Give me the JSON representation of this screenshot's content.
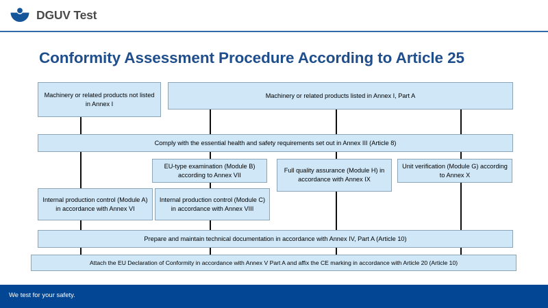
{
  "header": {
    "logo_icon": "dguv-bowl-logo-icon",
    "brand": "DGUV Test",
    "brand_color": "#4a4a4a",
    "rule_color": "#2d6ca8"
  },
  "title": {
    "text": "Conformity Assessment Procedure According to Article 25",
    "color": "#1f4e8c"
  },
  "theme": {
    "box_fill": "#cfe7f7",
    "box_border": "#8aa4b8",
    "connector": "#0d0d0d",
    "footer_bg": "#034694",
    "footer_text_color": "#ffffff"
  },
  "chart_data": {
    "type": "diagram",
    "title": "Conformity Assessment Procedure According to Article 25",
    "nodes": [
      {
        "id": "not-listed-annex-i",
        "label": "Machinery or related products not listed in Annex I",
        "row": 1,
        "column": "left"
      },
      {
        "id": "listed-annex-i-part-a",
        "label": "Machinery or related products listed in Annex I, Part A",
        "row": 1,
        "column": "right-span"
      },
      {
        "id": "comply-ehsr",
        "label": "Comply with the essential health and safety requirements set out in Annex III  (Article 8)",
        "row": 2,
        "column": "full-span"
      },
      {
        "id": "module-b",
        "label": "EU-type examination (Module B) according to Annex VII",
        "row": 3,
        "column": 2
      },
      {
        "id": "module-h",
        "label": "Full quality assurance (Module H) in accordance with Annex IX",
        "row": 3,
        "column": 3
      },
      {
        "id": "module-g",
        "label": "Unit verification (Module G) according to Annex X",
        "row": 3,
        "column": 4
      },
      {
        "id": "module-a",
        "label": "Internal production control (Module A) in accordance with Annex VI",
        "row": 4,
        "column": 1
      },
      {
        "id": "module-c",
        "label": "Internal production control (Module C) in accordance with Annex VIII",
        "row": 4,
        "column": 2
      },
      {
        "id": "technical-documentation",
        "label": "Prepare and maintain technical documentation in accordance with Annex IV,  Part A (Article 10)",
        "row": 5,
        "column": "full-span"
      },
      {
        "id": "declaration-ce-marking",
        "label": "Attach the EU Declaration of Conformity in accordance with Annex V Part A and affix the CE marking in accordance with Article 20 (Article 10)",
        "row": 6,
        "column": "full-span"
      }
    ],
    "edges": [
      {
        "from": "not-listed-annex-i",
        "to": "comply-ehsr"
      },
      {
        "from": "listed-annex-i-part-a",
        "to": "module-b"
      },
      {
        "from": "listed-annex-i-part-a",
        "to": "module-h"
      },
      {
        "from": "listed-annex-i-part-a",
        "to": "module-g"
      },
      {
        "from": "comply-ehsr",
        "to": "module-a"
      },
      {
        "from": "module-b",
        "to": "module-c"
      },
      {
        "from": "module-a",
        "to": "technical-documentation"
      },
      {
        "from": "module-c",
        "to": "technical-documentation"
      },
      {
        "from": "module-h",
        "to": "technical-documentation"
      },
      {
        "from": "module-g",
        "to": "technical-documentation"
      },
      {
        "from": "technical-documentation",
        "to": "declaration-ce-marking"
      }
    ]
  },
  "footer": {
    "tagline": "We test for your safety."
  }
}
